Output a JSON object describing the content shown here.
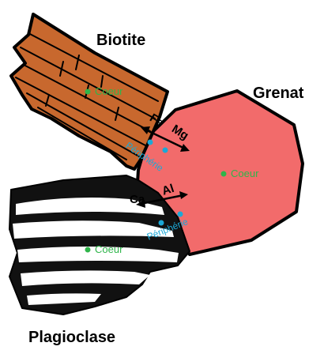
{
  "minerals": {
    "biotite": {
      "name": "Biotite",
      "coeur": "Coeur"
    },
    "grenat": {
      "name": "Grenat",
      "coeur": "Coeur"
    },
    "plagioclase": {
      "name": "Plagioclase",
      "coeur": "Coeur"
    }
  },
  "exchanges": {
    "biotite_grenat": {
      "left_element": "Fe",
      "right_element": "Mg",
      "periphery": "Périphérie"
    },
    "plagioclase_grenat": {
      "left_element": "Ca",
      "right_element": "Al",
      "periphery": "Périphérie"
    }
  },
  "colors": {
    "biotite": "#c8682e",
    "grenat": "#f26b6b",
    "plagioclase_dark": "#111111",
    "coeur_dot": "#2fb54a",
    "peri_dot": "#1ca8d6",
    "coeur_text": "#2fb54a",
    "peri_text": "#1ca8d6"
  }
}
